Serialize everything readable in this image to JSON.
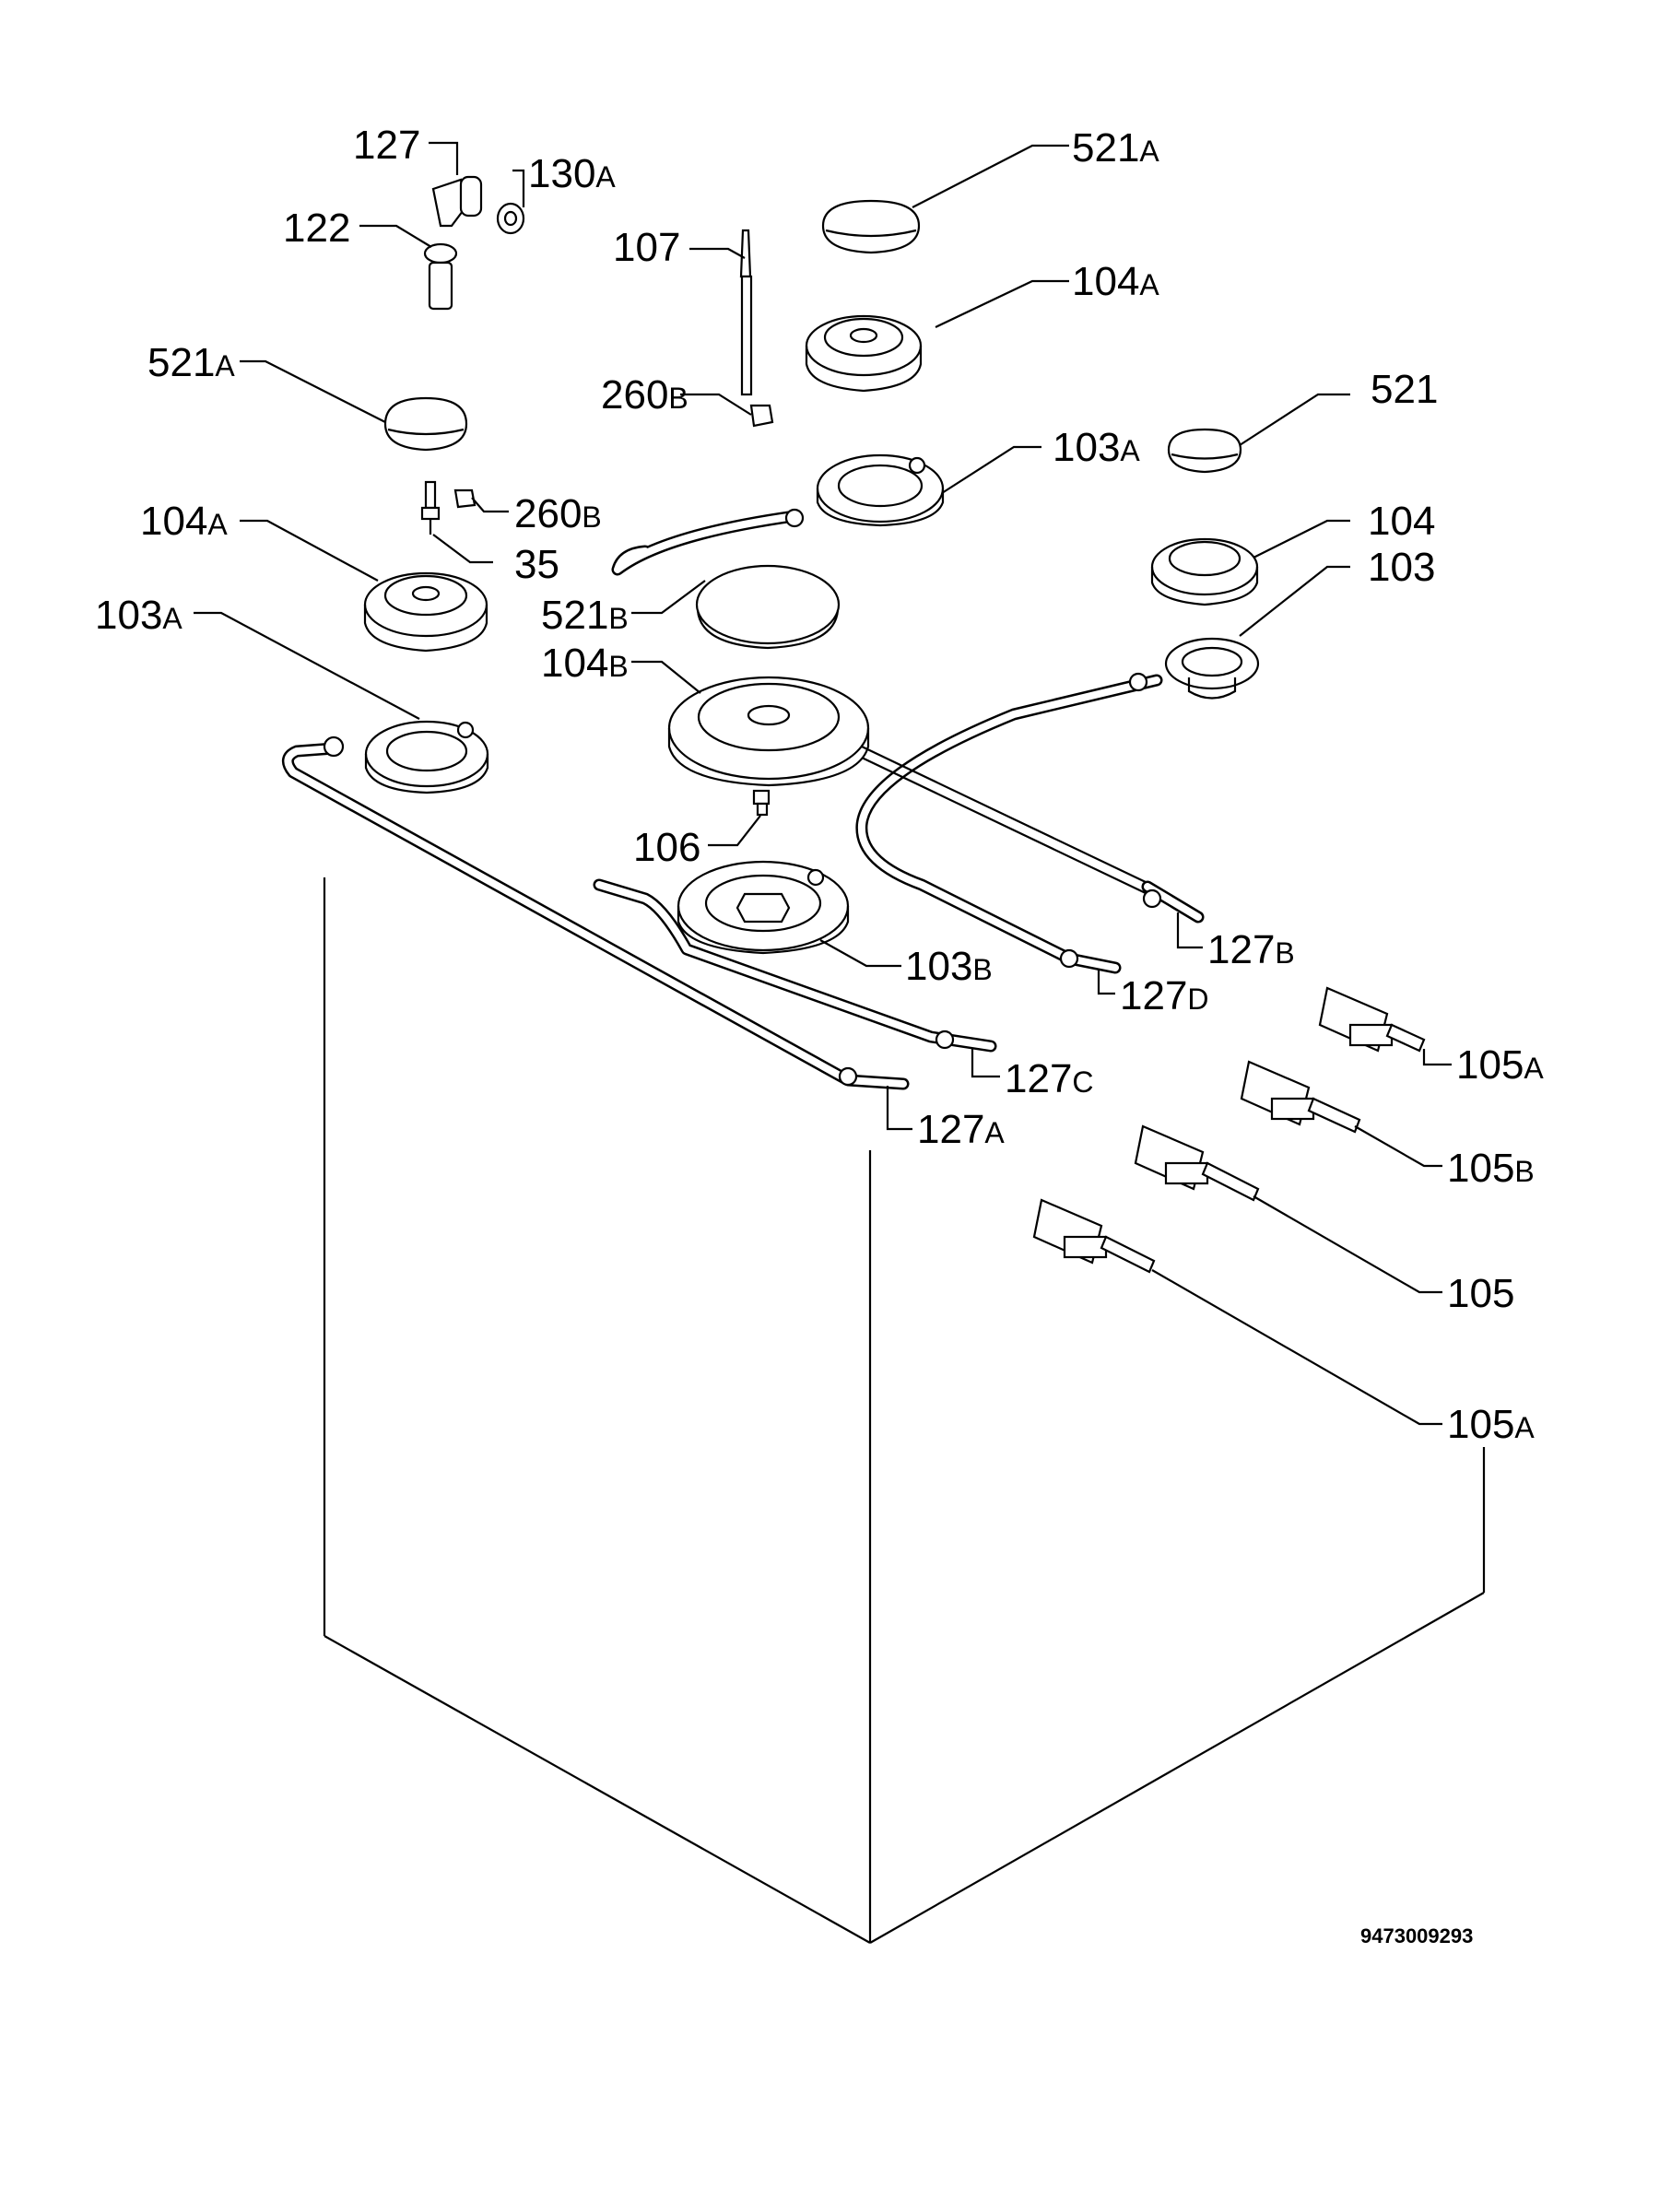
{
  "labels": [
    {
      "key": "l127",
      "num": "127",
      "suffix": ""
    },
    {
      "key": "l130a",
      "num": "130",
      "suffix": "A"
    },
    {
      "key": "l122",
      "num": "122",
      "suffix": ""
    },
    {
      "key": "l107",
      "num": "107",
      "suffix": ""
    },
    {
      "key": "l521a_top",
      "num": "521",
      "suffix": "A"
    },
    {
      "key": "l104a_top",
      "num": "104",
      "suffix": "A"
    },
    {
      "key": "l260b_top",
      "num": "260",
      "suffix": "B"
    },
    {
      "key": "l521a_left",
      "num": "521",
      "suffix": "A"
    },
    {
      "key": "l521",
      "num": "521",
      "suffix": ""
    },
    {
      "key": "l103a_top",
      "num": "103",
      "suffix": "A"
    },
    {
      "key": "l260b_left",
      "num": "260",
      "suffix": "B"
    },
    {
      "key": "l104a_left",
      "num": "104",
      "suffix": "A"
    },
    {
      "key": "l104",
      "num": "104",
      "suffix": ""
    },
    {
      "key": "l35",
      "num": "35",
      "suffix": ""
    },
    {
      "key": "l103",
      "num": "103",
      "suffix": ""
    },
    {
      "key": "l103a_left",
      "num": "103",
      "suffix": "A"
    },
    {
      "key": "l521b",
      "num": "521",
      "suffix": "B"
    },
    {
      "key": "l104b",
      "num": "104",
      "suffix": "B"
    },
    {
      "key": "l106",
      "num": "106",
      "suffix": ""
    },
    {
      "key": "l127b",
      "num": "127",
      "suffix": "B"
    },
    {
      "key": "l103b",
      "num": "103",
      "suffix": "B"
    },
    {
      "key": "l127d",
      "num": "127",
      "suffix": "D"
    },
    {
      "key": "l105a_top",
      "num": "105",
      "suffix": "A"
    },
    {
      "key": "l127c",
      "num": "127",
      "suffix": "C"
    },
    {
      "key": "l127a",
      "num": "127",
      "suffix": "A"
    },
    {
      "key": "l105b",
      "num": "105",
      "suffix": "B"
    },
    {
      "key": "l105",
      "num": "105",
      "suffix": ""
    },
    {
      "key": "l105a_bottom",
      "num": "105",
      "suffix": "A"
    }
  ],
  "document_number": "9473009293"
}
